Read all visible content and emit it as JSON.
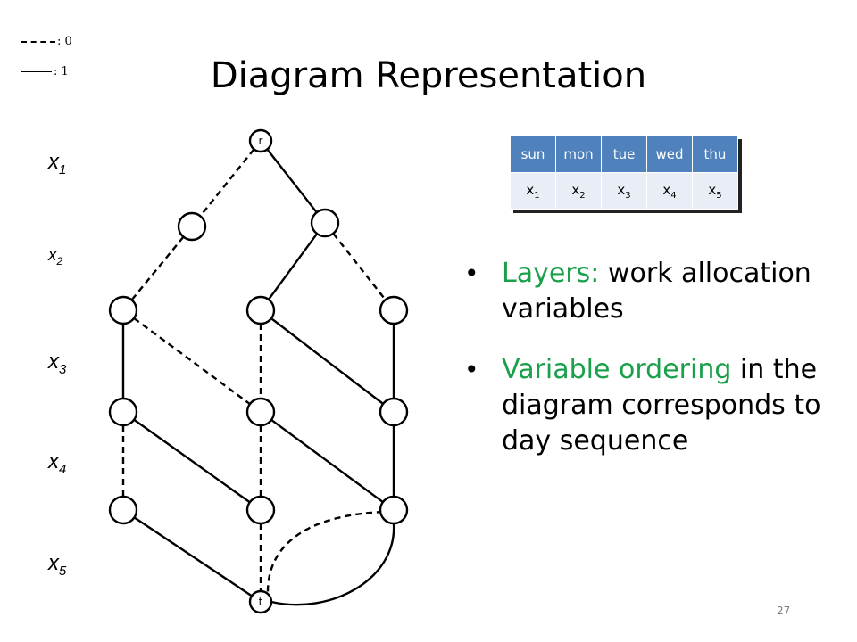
{
  "legend": {
    "zero": {
      "label": ": 0",
      "style": "dashed"
    },
    "one": {
      "label": ": 1",
      "style": "solid"
    }
  },
  "title": "Diagram Representation",
  "layers": [
    {
      "name": "x",
      "sub": "1"
    },
    {
      "name": "x",
      "sub": "2"
    },
    {
      "name": "x",
      "sub": "3"
    },
    {
      "name": "x",
      "sub": "4"
    },
    {
      "name": "x",
      "sub": "5"
    }
  ],
  "diagram": {
    "root_label": "r",
    "terminal_label": "t",
    "nodes": [
      {
        "id": "r",
        "label": "r"
      },
      {
        "id": "n2a",
        "label": ""
      },
      {
        "id": "n2b",
        "label": ""
      },
      {
        "id": "n3a",
        "label": ""
      },
      {
        "id": "n3b",
        "label": ""
      },
      {
        "id": "n3c",
        "label": ""
      },
      {
        "id": "n4a",
        "label": ""
      },
      {
        "id": "n4b",
        "label": ""
      },
      {
        "id": "n4c",
        "label": ""
      },
      {
        "id": "n5a",
        "label": ""
      },
      {
        "id": "n5b",
        "label": ""
      },
      {
        "id": "n5c",
        "label": ""
      },
      {
        "id": "t",
        "label": "t"
      }
    ],
    "arcs": [
      {
        "from": "r",
        "to": "n2a",
        "value": 0
      },
      {
        "from": "r",
        "to": "n2b",
        "value": 1
      },
      {
        "from": "n2a",
        "to": "n3a",
        "value": 0
      },
      {
        "from": "n2b",
        "to": "n3b",
        "value": 1
      },
      {
        "from": "n2b",
        "to": "n3c",
        "value": 0
      },
      {
        "from": "n3a",
        "to": "n4a",
        "value": 1
      },
      {
        "from": "n3a",
        "to": "n4b",
        "value": 0
      },
      {
        "from": "n3b",
        "to": "n4b",
        "value": 0
      },
      {
        "from": "n3b",
        "to": "n4c",
        "value": 1
      },
      {
        "from": "n3c",
        "to": "n4c",
        "value": 1
      },
      {
        "from": "n4a",
        "to": "n5a",
        "value": 0
      },
      {
        "from": "n4a",
        "to": "n5b",
        "value": 1
      },
      {
        "from": "n4b",
        "to": "n5b",
        "value": 0
      },
      {
        "from": "n4b",
        "to": "n5c",
        "value": 1
      },
      {
        "from": "n4c",
        "to": "n5c",
        "value": 1
      },
      {
        "from": "n5a",
        "to": "t",
        "value": 1
      },
      {
        "from": "n5b",
        "to": "t",
        "value": 0
      },
      {
        "from": "n5c",
        "to": "t",
        "value": 0
      },
      {
        "from": "n5c",
        "to": "t",
        "value": 1
      }
    ]
  },
  "table": {
    "days": [
      "sun",
      "mon",
      "tue",
      "wed",
      "thu"
    ],
    "vars": [
      {
        "name": "x",
        "sub": "1"
      },
      {
        "name": "x",
        "sub": "2"
      },
      {
        "name": "x",
        "sub": "3"
      },
      {
        "name": "x",
        "sub": "4"
      },
      {
        "name": "x",
        "sub": "5"
      }
    ]
  },
  "bullets": [
    {
      "highlight": "Layers:",
      "rest": " work allocation variables"
    },
    {
      "highlight": "Variable ordering",
      "rest": " in the diagram corresponds to day sequence"
    }
  ],
  "colors": {
    "highlight": "#1aa04a",
    "table_header": "#4f81bd",
    "table_body": "#e8edf6"
  },
  "page_number": "27"
}
